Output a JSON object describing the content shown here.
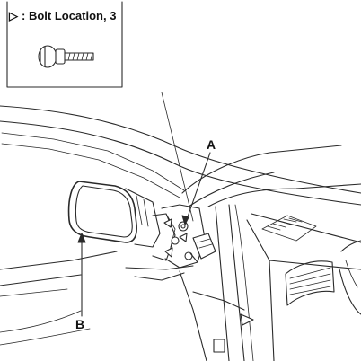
{
  "legend": {
    "symbol": "▷",
    "text": ": Bolt Location, 3"
  },
  "callouts": {
    "a": "A",
    "b": "B"
  },
  "colors": {
    "line": "#2a2a2a",
    "background": "#ffffff"
  },
  "icons": {
    "legend_bolt": "bolt-icon",
    "location_markers": "triangle-marker-icon"
  }
}
